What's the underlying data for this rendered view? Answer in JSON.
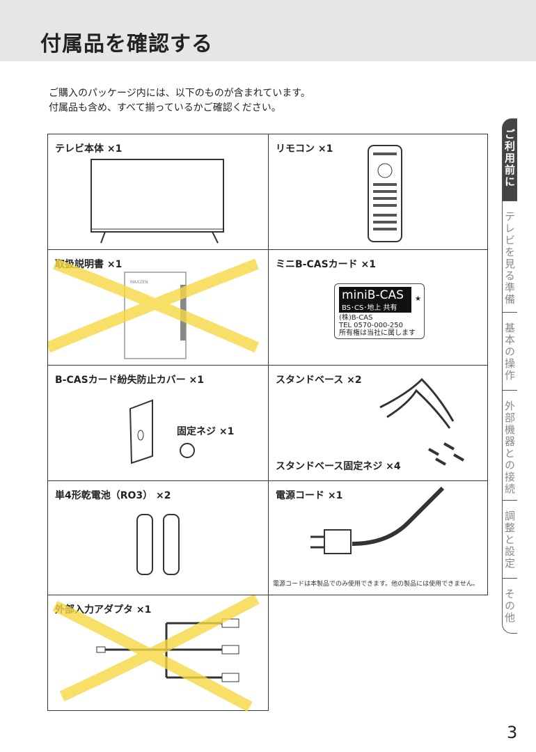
{
  "header": {
    "title": "付属品を確認する"
  },
  "intro": [
    "ご購入のパッケージ内には、以下のものが含まれています。",
    "付属品も含め、すべて揃っているかご確認ください。"
  ],
  "items": [
    {
      "label": "テレビ本体 ×1"
    },
    {
      "label": "リモコン ×1"
    },
    {
      "label": "取扱説明書 ×1",
      "crossed": true
    },
    {
      "label": "ミニB-CASカード ×1"
    },
    {
      "label": "B-CASカード紛失防止カバー ×1",
      "sub_label": "固定ネジ ×1"
    },
    {
      "label": "スタンドベース ×2",
      "sub_label": "スタンドベース固定ネジ ×4"
    },
    {
      "label": "単4形乾電池（RO3） ×2"
    },
    {
      "label": "電源コード ×1",
      "note": "電源コードは本製品でのみ使用できます。他の製品には使用できません。"
    },
    {
      "label": "外部入力アダプタ ×1",
      "crossed": true
    }
  ],
  "card": {
    "title": "miniB-CAS",
    "subtitle": "BS･CS･地上 共有",
    "line1": "(株)B-CAS",
    "line2": "TEL 0570-000-250",
    "line3": "所有権は当社に属します",
    "star": "★"
  },
  "manual_brand": "MAXZEN",
  "sidebar": {
    "tabs": [
      "ご利用前に",
      "テレビを見る準備",
      "基本の操作",
      "外部機器との接続",
      "調整と設定",
      "その他"
    ],
    "active": 0
  },
  "page_number": "3",
  "colors": {
    "header_bg": "#e6e6e6",
    "active_tab": "#444444",
    "cross_mark": "#f5d742"
  }
}
